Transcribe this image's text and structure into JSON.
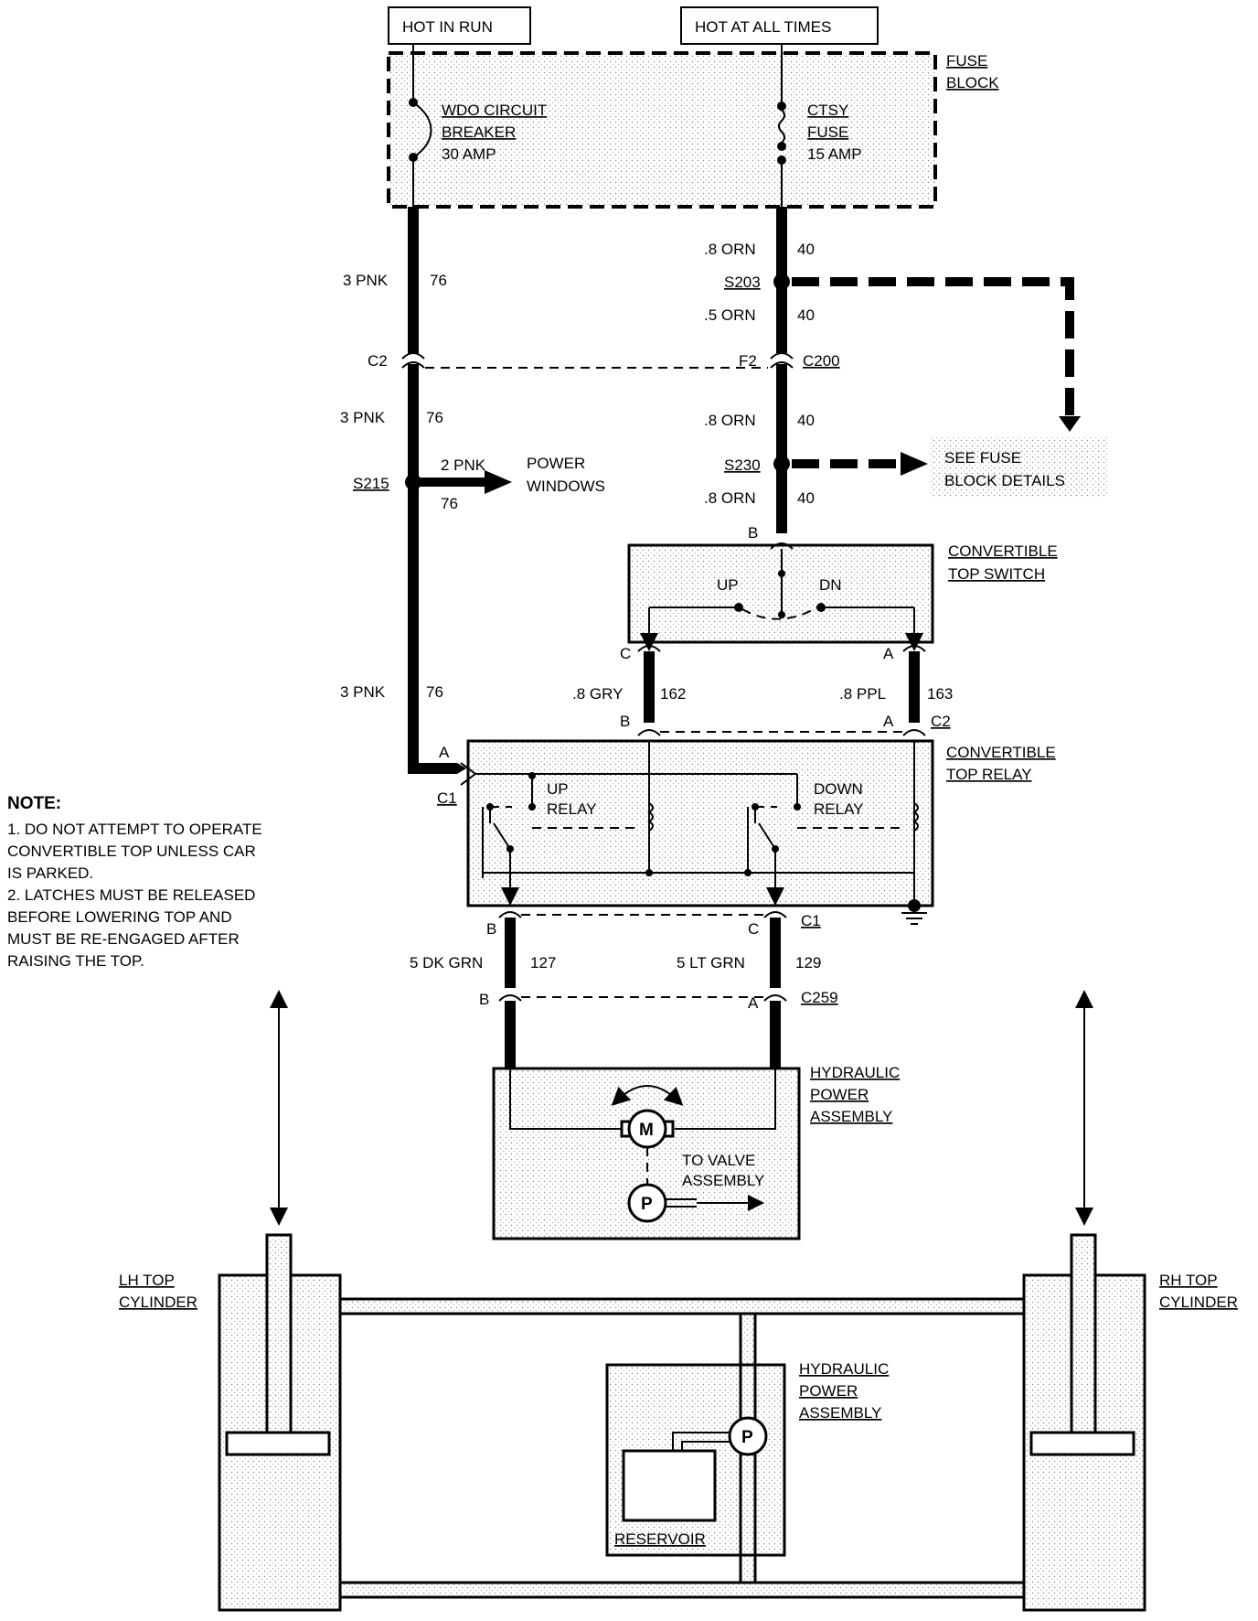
{
  "labels": {
    "hot_in_run": "HOT IN RUN",
    "hot_at_all_times": "HOT AT ALL TIMES",
    "fuse_block": [
      "FUSE",
      "BLOCK"
    ],
    "wdo_cb": [
      "WDO CIRCUIT",
      "BREAKER",
      "30 AMP"
    ],
    "ctsy_fuse": [
      "CTSY",
      "FUSE",
      "15 AMP"
    ],
    "left_wire": {
      "size_color": "3 PNK",
      "circuit": "76"
    },
    "right_wire_1": {
      "size_color": ".8 ORN",
      "circuit": "40"
    },
    "s203": "S203",
    "right_wire_2": {
      "size_color": ".5 ORN",
      "circuit": "40"
    },
    "c2": "C2",
    "f2": "F2",
    "c200": "C200",
    "right_wire_3": {
      "size_color": ".8 ORN",
      "circuit": "40"
    },
    "s230": "S230",
    "see_fuse": [
      "SEE FUSE",
      "BLOCK DETAILS"
    ],
    "right_wire_4": {
      "size_color": ".8 ORN",
      "circuit": "40"
    },
    "s215": "S215",
    "pw_wire": {
      "size_color": "2 PNK",
      "circuit": "76"
    },
    "power_windows": [
      "POWER",
      "WINDOWS"
    ],
    "pin_b": "B",
    "pin_a": "A",
    "pin_c": "C",
    "switch_title": [
      "CONVERTIBLE",
      "TOP SWITCH"
    ],
    "up": "UP",
    "dn": "DN",
    "gry_wire": {
      "size_color": ".8 GRY",
      "circuit": "162"
    },
    "ppl_wire": {
      "size_color": ".8 PPL",
      "circuit": "163"
    },
    "c2b": "C2",
    "relay_title": [
      "CONVERTIBLE",
      "TOP RELAY"
    ],
    "c1": "C1",
    "up_relay": [
      "UP",
      "RELAY"
    ],
    "down_relay": [
      "DOWN",
      "RELAY"
    ],
    "c1b": "C1",
    "dkgrn_wire": {
      "size_color": "5 DK GRN",
      "circuit": "127"
    },
    "ltgrn_wire": {
      "size_color": "5 LT GRN",
      "circuit": "129"
    },
    "c259": "C259",
    "hpa_title": [
      "HYDRAULIC",
      "POWER",
      "ASSEMBLY"
    ],
    "motor": "M",
    "pump": "P",
    "to_valve": [
      "TO VALVE",
      "ASSEMBLY"
    ],
    "lh_cyl": [
      "LH TOP",
      "CYLINDER"
    ],
    "rh_cyl": [
      "RH TOP",
      "CYLINDER"
    ],
    "hpa2_title": [
      "HYDRAULIC",
      "POWER",
      "ASSEMBLY"
    ],
    "reservoir": "RESERVOIR"
  },
  "note": {
    "heading": "NOTE:",
    "lines": [
      "1. DO NOT ATTEMPT TO OPERATE",
      "CONVERTIBLE TOP UNLESS CAR",
      "IS PARKED.",
      "2. LATCHES MUST BE RELEASED",
      "BEFORE LOWERING TOP AND",
      "MUST BE RE-ENGAGED AFTER",
      "RAISING THE TOP."
    ]
  }
}
